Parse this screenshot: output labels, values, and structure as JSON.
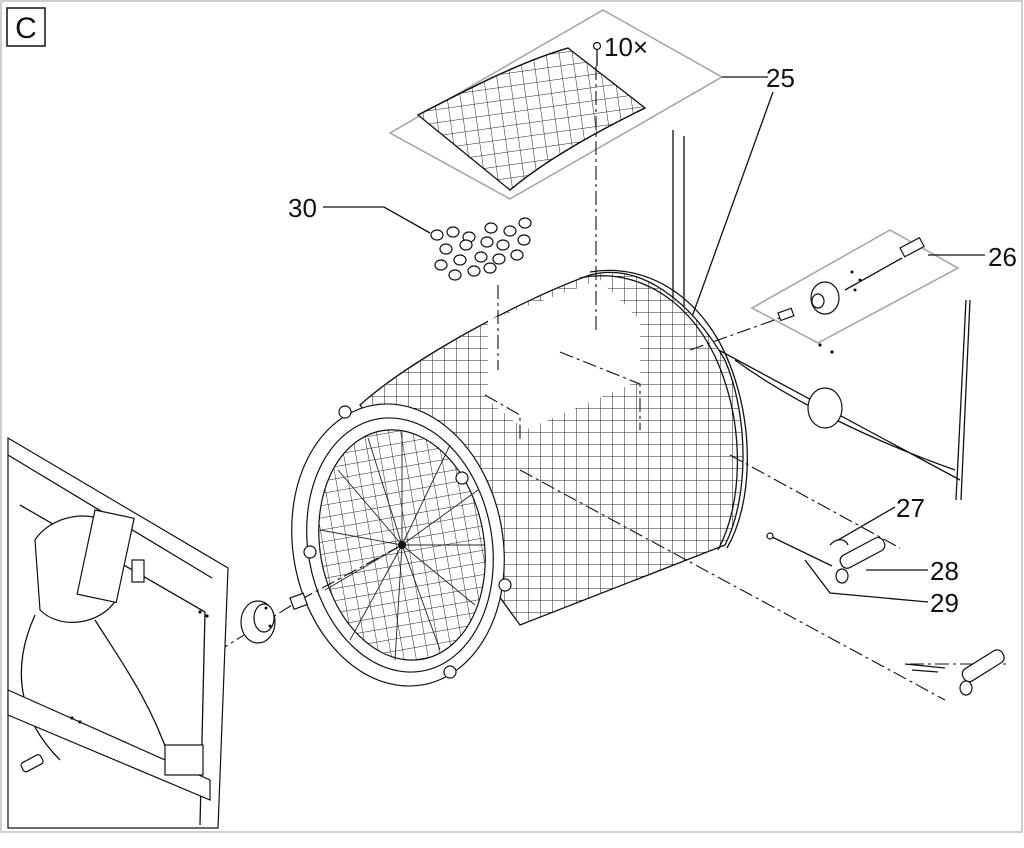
{
  "section_label": "C",
  "callouts": {
    "c25": "25",
    "c26": "26",
    "c27": "27",
    "c28": "28",
    "c29": "29",
    "c30": "30",
    "quantity": "10×"
  }
}
